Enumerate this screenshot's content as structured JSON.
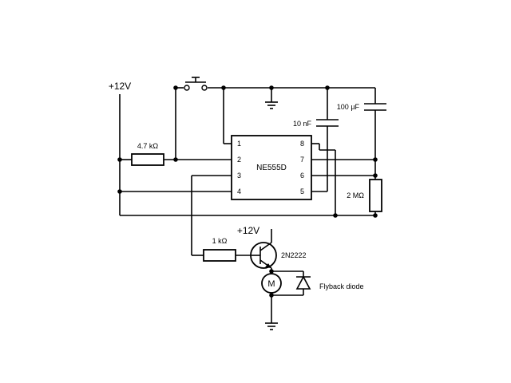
{
  "diagram": {
    "supply_top": "+12V",
    "supply_transistor": "+12V",
    "ic": {
      "name": "NE555D",
      "pins_left": [
        "1",
        "2",
        "3",
        "4"
      ],
      "pins_right": [
        "8",
        "7",
        "6",
        "5"
      ]
    },
    "resistors": {
      "r1": "4.7 kΩ",
      "r2": "1 kΩ",
      "r3": "2 MΩ"
    },
    "capacitors": {
      "c1": "10 nF",
      "c2": "100 µF"
    },
    "transistor": "2N2222",
    "motor": "M",
    "diode": "Flyback diode"
  }
}
